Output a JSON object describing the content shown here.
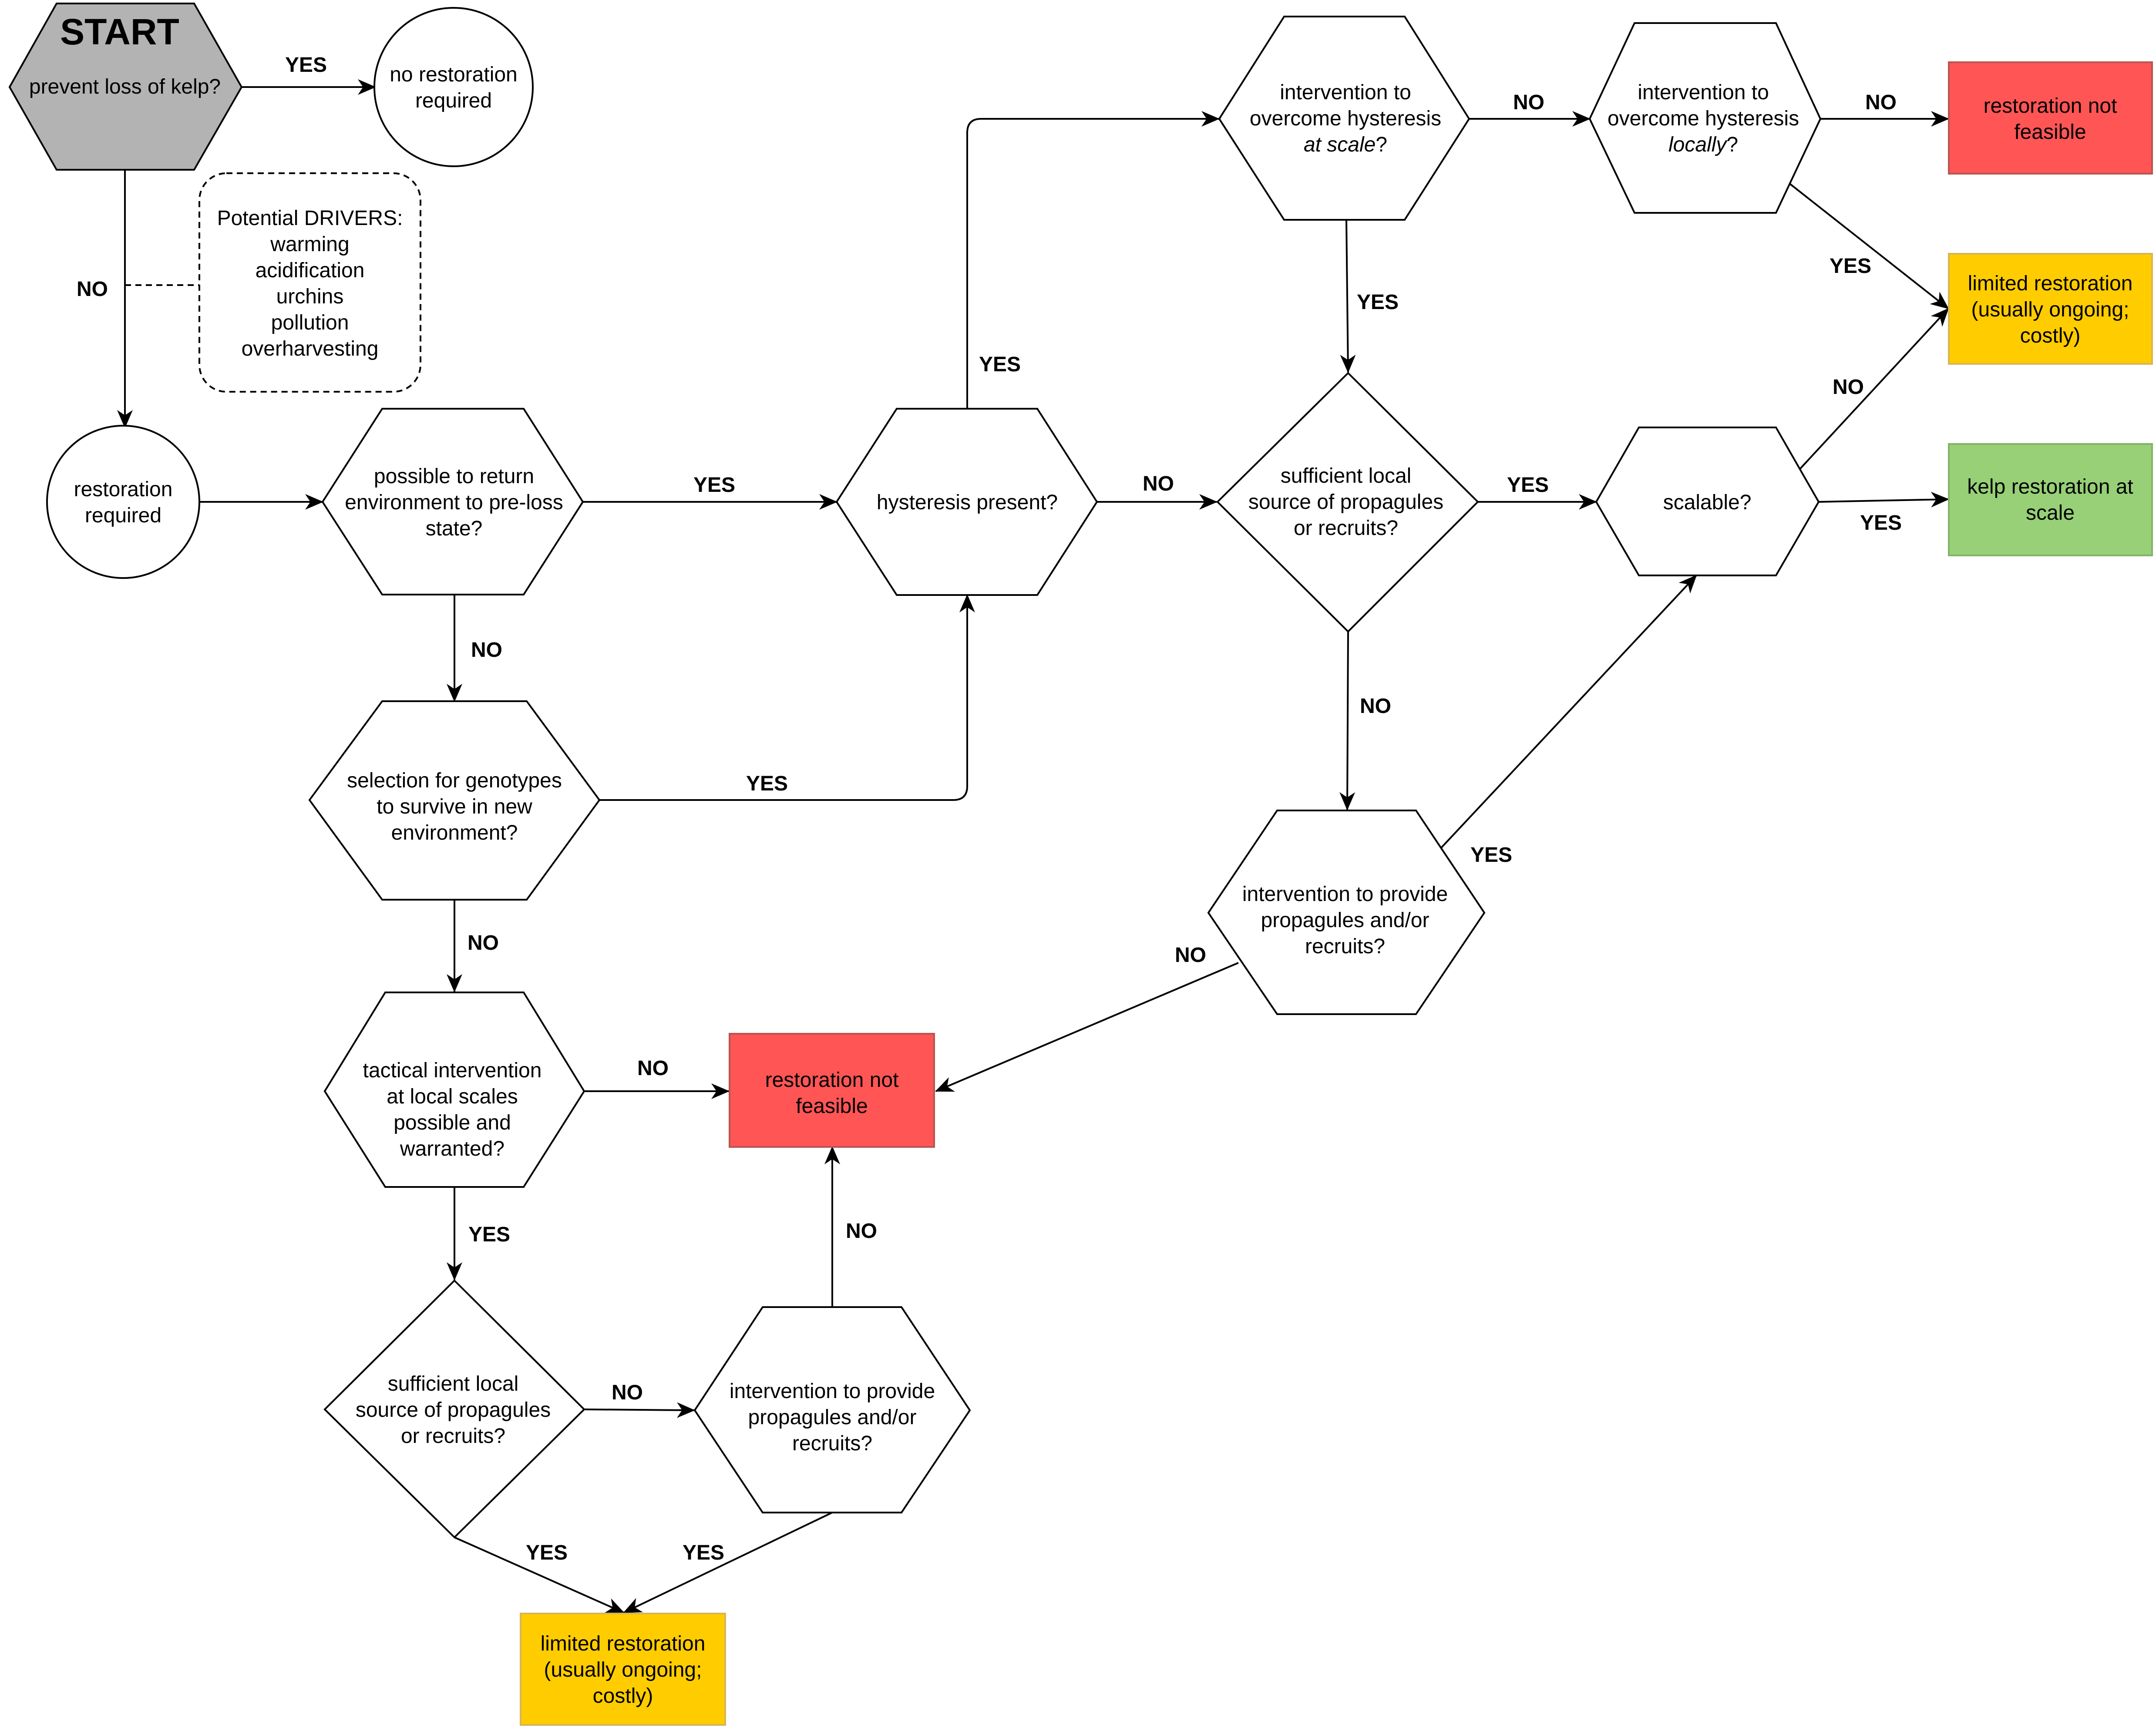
{
  "colors": {
    "start_fill": "#b3b3b3",
    "not_feasible_fill": "#ff5555",
    "limited_fill": "#ffcc00",
    "scale_fill": "#97d077",
    "shape_fill": "#ffffff"
  },
  "nodes": {
    "start": {
      "title": "START",
      "line1": "prevent loss of kelp?"
    },
    "no_restoration": {
      "line1": "no restoration",
      "line2": "required"
    },
    "drivers": {
      "line1": "Potential DRIVERS:",
      "line2": "warming",
      "line3": "acidification",
      "line4": "urchins",
      "line5": "pollution",
      "line6": "overharvesting"
    },
    "restoration_required": {
      "line1": "restoration",
      "line2": "required"
    },
    "return_env": {
      "line1": "possible to return",
      "line2": "environment to pre-loss",
      "line3": "state?"
    },
    "hysteresis": {
      "line1": "hysteresis present?"
    },
    "selection": {
      "line1": "selection for genotypes",
      "line2": "to survive in new",
      "line3": "environment?"
    },
    "tactical": {
      "line1": "tactical intervention",
      "line2": "at local scales",
      "line3": "possible and",
      "line4": "warranted?"
    },
    "not_feasible_mid": {
      "line1": "restoration not",
      "line2": "feasible"
    },
    "sufficient_bottom": {
      "line1": "sufficient local",
      "line2": "source of propagules",
      "line3": "or recruits?"
    },
    "intervention_bottom": {
      "line1": "intervention to provide",
      "line2": "propagules and/or",
      "line3": "recruits?"
    },
    "limited_bottom": {
      "line1": "limited restoration",
      "line2": "(usually ongoing;",
      "line3": "costly)"
    },
    "hysteresis_scale": {
      "line1": "intervention to",
      "line2": "overcome hysteresis",
      "line3": "at scale",
      "line3b": "?"
    },
    "hysteresis_local": {
      "line1": "intervention to",
      "line2": "overcome hysteresis",
      "line3": "locally",
      "line3b": "?"
    },
    "not_feasible_top": {
      "line1": "restoration not",
      "line2": "feasible"
    },
    "limited_top": {
      "line1": "limited restoration",
      "line2": "(usually ongoing;",
      "line3": "costly)"
    },
    "sufficient_right": {
      "line1": "sufficient local",
      "line2": "source of propagules",
      "line3": "or recruits?"
    },
    "scalable": {
      "line1": "scalable?"
    },
    "kelp_scale": {
      "line1": "kelp restoration at",
      "line2": "scale"
    },
    "intervention_right": {
      "line1": "intervention to provide",
      "line2": "propagules and/or",
      "line3": "recruits?"
    }
  },
  "edge_labels": {
    "start_yes": "YES",
    "start_no": "NO",
    "return_yes": "YES",
    "return_no": "NO",
    "selection_yes": "YES",
    "selection_no": "NO",
    "hysteresis_yes": "YES",
    "hysteresis_no": "NO",
    "tactical_no": "NO",
    "tactical_yes": "YES",
    "sufficient_bottom_no": "NO",
    "sufficient_bottom_yes": "YES",
    "intervention_bottom_yes": "YES",
    "intervention_bottom_no": "NO",
    "scale_no": "NO",
    "scale_yes": "YES",
    "local_no": "NO",
    "local_yes": "YES",
    "sufficient_right_yes": "YES",
    "sufficient_right_no": "NO",
    "scalable_no": "NO",
    "scalable_yes": "YES",
    "intervention_right_yes": "YES",
    "intervention_right_no": "NO"
  }
}
